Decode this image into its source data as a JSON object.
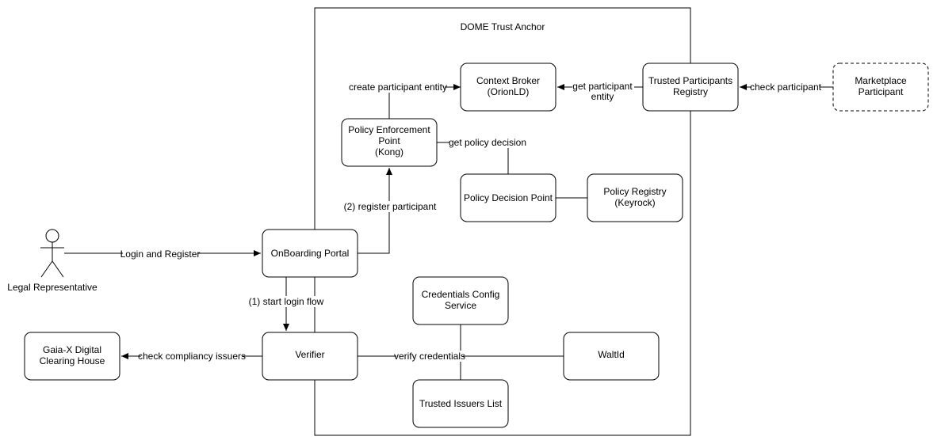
{
  "container": {
    "title": "DOME Trust Anchor"
  },
  "actor": {
    "label": "Legal Representative"
  },
  "nodes": {
    "context_broker": [
      "Context Broker",
      "(OrionLD)"
    ],
    "trusted_participants_registry": [
      "Trusted Participants",
      "Registry"
    ],
    "marketplace_participant": [
      "Marketplace",
      "Participant"
    ],
    "policy_enforcement_point": [
      "Policy Enforcement",
      "Point",
      "(Kong)"
    ],
    "policy_decision_point": [
      "Policy Decision Point"
    ],
    "policy_registry": [
      "Policy Registry",
      "(Keyrock)"
    ],
    "onboarding_portal": [
      "OnBoarding Portal"
    ],
    "credentials_config_service": [
      "Credentials Config",
      "Service"
    ],
    "verifier": [
      "Verifier"
    ],
    "gaia_x": [
      "Gaia-X Digital",
      "Clearing House"
    ],
    "waltid": [
      "WaltId"
    ],
    "trusted_issuers_list": [
      "Trusted Issuers List"
    ]
  },
  "edges": {
    "create_participant_entity": [
      "create participant entity"
    ],
    "get_participant_entity": [
      "get participant",
      "entity"
    ],
    "check_participant": [
      "check participant"
    ],
    "get_policy_decision": [
      "get policy decision"
    ],
    "register_participant": [
      "(2) register participant"
    ],
    "login_and_register": [
      "Login and Register"
    ],
    "start_login_flow": [
      "(1) start login flow"
    ],
    "check_compliancy_issuers": [
      "check compliancy issuers"
    ],
    "verify_credentials": [
      "verify credentials"
    ]
  }
}
